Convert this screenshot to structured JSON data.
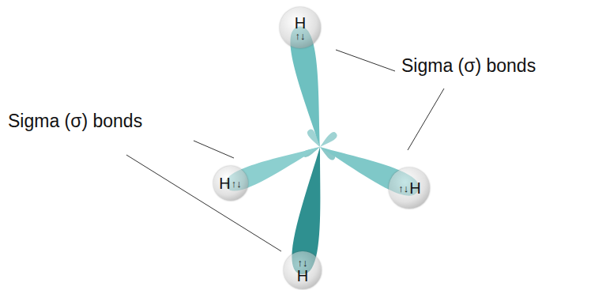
{
  "diagram": {
    "nodes": [
      {
        "text": [
          "H",
          "↑↓"
        ]
      },
      {
        "text": [
          "H",
          "↑↓"
        ]
      },
      {
        "text": [
          "H",
          "↑↓"
        ]
      },
      {
        "text": [
          "H",
          "↑↓"
        ]
      }
    ],
    "labels": [
      "Sigma (σ) bonds",
      "Sigma (σ) bonds"
    ]
  }
}
